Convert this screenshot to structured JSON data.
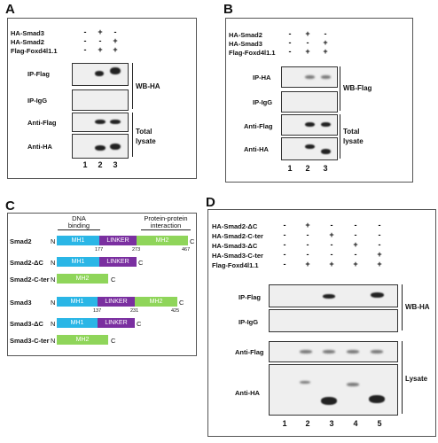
{
  "panels": {
    "A": {
      "label": "A",
      "rows": [
        "HA-Smad3",
        "HA-Smad2",
        "Flag-Foxd4l1.1"
      ],
      "signs": [
        [
          "-",
          "+",
          "-"
        ],
        [
          "-",
          "-",
          "+"
        ],
        [
          "-",
          "+",
          "+"
        ]
      ],
      "blots": [
        "IP-Flag",
        "IP-IgG",
        "Anti-Flag",
        "Anti-HA"
      ],
      "group1": "WB-HA",
      "group2": "Total lysate",
      "lanes": [
        "1",
        "2",
        "3"
      ]
    },
    "B": {
      "label": "B",
      "rows": [
        "HA-Smad2",
        "HA-Smad3",
        "Flag-Foxd4l1.1"
      ],
      "signs": [
        [
          "-",
          "+",
          "-"
        ],
        [
          "-",
          "-",
          "+"
        ],
        [
          "-",
          "+",
          "+"
        ]
      ],
      "blots": [
        "IP-HA",
        "IP-IgG",
        "Anti-Flag",
        "Anti-HA"
      ],
      "group1": "WB-Flag",
      "group2": "Total lysate",
      "lanes": [
        "1",
        "2",
        "3"
      ]
    },
    "C": {
      "label": "C",
      "dna_binding": "DNA binding",
      "protein_interaction": "Protein-protein interaction",
      "domains": {
        "mh1": "MH1",
        "linker": "LINKER",
        "mh2": "MH2"
      },
      "n": "N",
      "c": "C",
      "constructs": [
        "Smad2",
        "Smad2-ΔC",
        "Smad2-C-ter",
        "Smad3",
        "Smad3-ΔC",
        "Smad3-C-ter"
      ],
      "smad2_nums": [
        "177",
        "273",
        "467"
      ],
      "smad3_nums": [
        "137",
        "231",
        "425"
      ]
    },
    "D": {
      "label": "D",
      "rows": [
        "HA-Smad2-ΔC",
        "HA-Smad2-C-ter",
        "HA-Smad3-ΔC",
        "HA-Smad3-C-ter",
        "Flag-Foxd4l1.1"
      ],
      "signs": [
        [
          "-",
          "+",
          "-",
          "-",
          "-"
        ],
        [
          "-",
          "-",
          "+",
          "-",
          "-"
        ],
        [
          "-",
          "-",
          "-",
          "+",
          "-"
        ],
        [
          "-",
          "-",
          "-",
          "-",
          "+"
        ],
        [
          "-",
          "+",
          "+",
          "+",
          "+"
        ]
      ],
      "blots": [
        "IP-Flag",
        "IP-IgG",
        "Anti-Flag",
        "Anti-HA"
      ],
      "group1": "WB-HA",
      "group2": "Lysate",
      "lanes": [
        "1",
        "2",
        "3",
        "4",
        "5"
      ]
    }
  }
}
